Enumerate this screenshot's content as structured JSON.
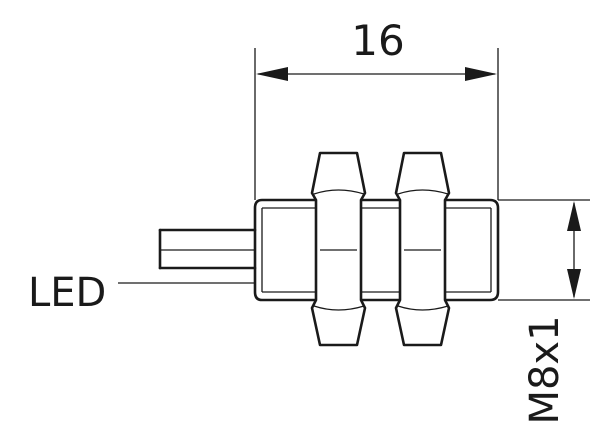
{
  "diagram": {
    "dimension_width_label": "16",
    "led_label": "LED",
    "thread_label": "M8x1",
    "line_color": "#1a1a1a",
    "background": "#ffffff"
  }
}
